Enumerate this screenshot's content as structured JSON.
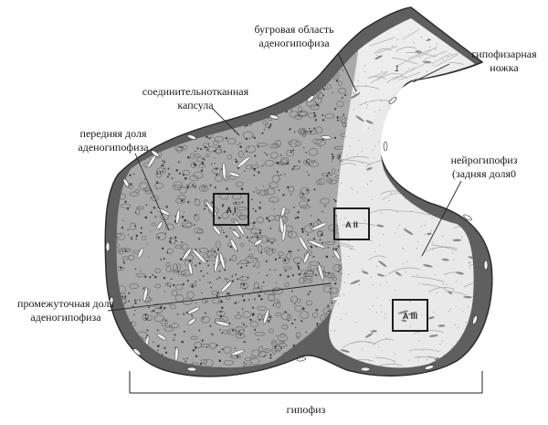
{
  "labels": {
    "tuberal_area": [
      "бугровая область",
      "аденогипофиза"
    ],
    "pituitary_stalk": [
      "гипофизарная",
      "ножка"
    ],
    "connective_capsule": [
      "соединительнотканная",
      "капсула"
    ],
    "anterior_lobe": [
      "передняя доля",
      "аденогипофиза"
    ],
    "neurohypophysis": [
      "нейрогипофиз",
      "(задняя доля0"
    ],
    "intermediate_lobe": [
      "промежуточная доля",
      "аденогипофиза"
    ],
    "hypophysis": "гипофиз"
  },
  "boxes": {
    "a1": "A I",
    "a2": "A II",
    "a3": "A III"
  },
  "numbers": {
    "n1": "1",
    "n2": "2"
  },
  "colors": {
    "capsule": "#5f5f5f",
    "capsule_edge": "#2e2e2e",
    "adeno_fill": "#a9a9a9",
    "adeno_cells": "#6e6e6e",
    "neuro_fill": "#e9e9e9",
    "line": "#222222"
  }
}
